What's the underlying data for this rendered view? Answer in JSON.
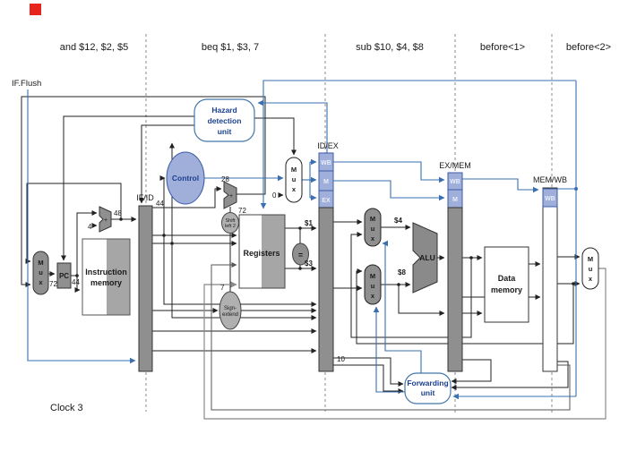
{
  "title_row": {
    "i1": "and $12, $2, $5",
    "i2": "beq $1, $3, 7",
    "i3": "sub $10, $4, $8",
    "i4": "before<1>",
    "i5": "before<2>"
  },
  "labels": {
    "if_flush": "IF.Flush",
    "clock": "Clock 3",
    "pc": "PC",
    "instr_mem_1": "Instruction",
    "instr_mem_2": "memory",
    "registers": "Registers",
    "data_mem_1": "Data",
    "data_mem_2": "memory",
    "alu": "ALU",
    "plus": "+",
    "equals": "=",
    "hazard_1": "Hazard",
    "hazard_2": "detection",
    "hazard_3": "unit",
    "control": "Control",
    "forward_1": "Forwarding",
    "forward_2": "unit",
    "shift_1": "Shift",
    "shift_2": "left 2",
    "sign_1": "Sign-",
    "sign_2": "extend",
    "mux_m": "M",
    "mux_u": "u",
    "mux_x": "x",
    "ifid": "IF/ID",
    "idex": "ID/EX",
    "exmem": "EX/MEM",
    "memwb": "MEM/WB",
    "wb": "WB",
    "m": "M",
    "ex": "EX",
    "zero": "0",
    "four": "4",
    "seven": "7",
    "ten": "10",
    "v28": "28",
    "v44": "44",
    "v48": "48",
    "v72_mux": "72",
    "v72_adder": "72",
    "r1": "$1",
    "r3": "$3",
    "r4": "$4",
    "r8": "$8"
  },
  "colors": {
    "wire_black": "#222222",
    "wire_blue": "#3a6fb0",
    "wire_gray": "#888888",
    "wire_darkgray": "#555555",
    "gray_fill": "#8f8f8f",
    "light_gray_fill": "#a6a6a6",
    "periwinkle": "#9fafd9",
    "unit_text_blue": "#1b3f8f",
    "red_marker": "#e8251d"
  }
}
